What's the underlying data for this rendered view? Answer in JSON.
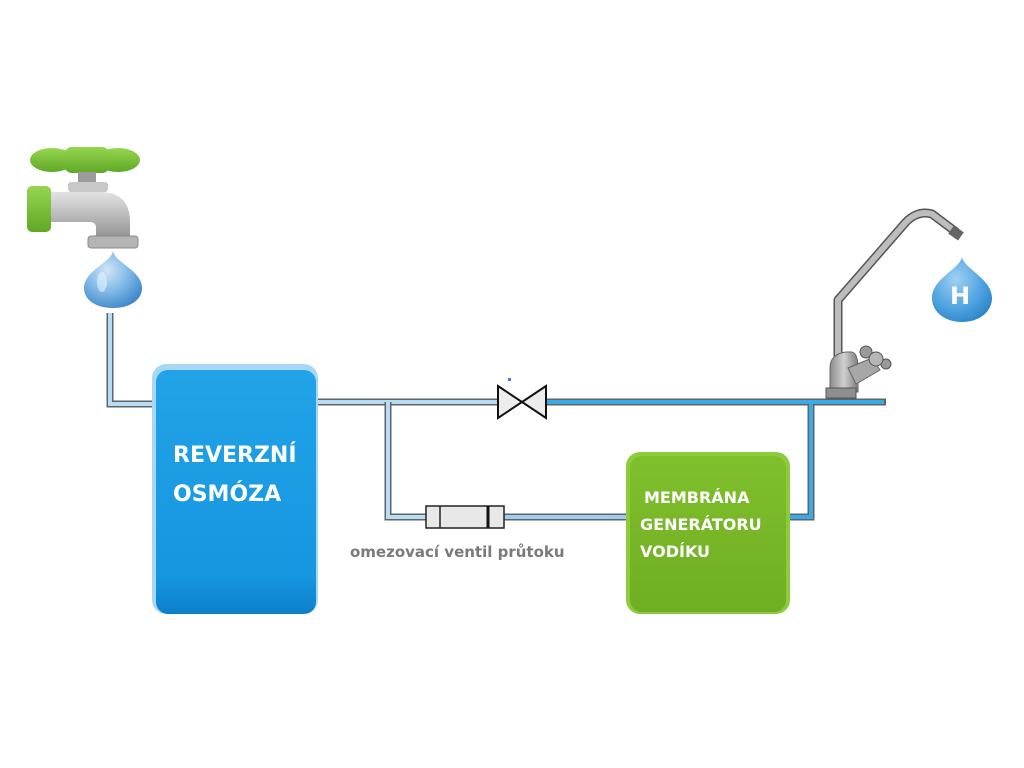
{
  "diagram": {
    "title": "",
    "nodes": {
      "source_tap": {
        "label": "",
        "icon": "water-tap-icon"
      },
      "reverse_osmosis": {
        "line1": "REVERZNÍ",
        "line2": "OSMÓZA"
      },
      "shutoff_valve": {
        "label": "",
        "icon": "valve-icon"
      },
      "flow_restrictor": {
        "label": "omezovací ventil průtoku"
      },
      "hydrogen_membrane": {
        "line1": "MEMBRÁNA",
        "line2": "GENERÁTORU",
        "line3": "VODÍKU"
      },
      "outlet_faucet": {
        "label": "",
        "icon": "drinking-faucet-icon"
      },
      "hydrogen_drop": {
        "letter": "H"
      }
    },
    "edges": [
      {
        "from": "source_tap",
        "to": "reverse_osmosis"
      },
      {
        "from": "reverse_osmosis",
        "to": "shutoff_valve"
      },
      {
        "from": "shutoff_valve",
        "to": "outlet_faucet"
      },
      {
        "from": "reverse_osmosis",
        "to": "flow_restrictor"
      },
      {
        "from": "flow_restrictor",
        "to": "hydrogen_membrane"
      },
      {
        "from": "hydrogen_membrane",
        "to": "outlet_faucet"
      }
    ],
    "colors": {
      "ro_box": "#1a9ae0",
      "membrane_box": "#7ab829",
      "pipe_light": "#b9dcf5",
      "pipe_bright": "#3aabe6",
      "pipe_outline": "#5f6468",
      "tap_handle": "#7cc43a",
      "caption": "#7a7a7a"
    }
  }
}
